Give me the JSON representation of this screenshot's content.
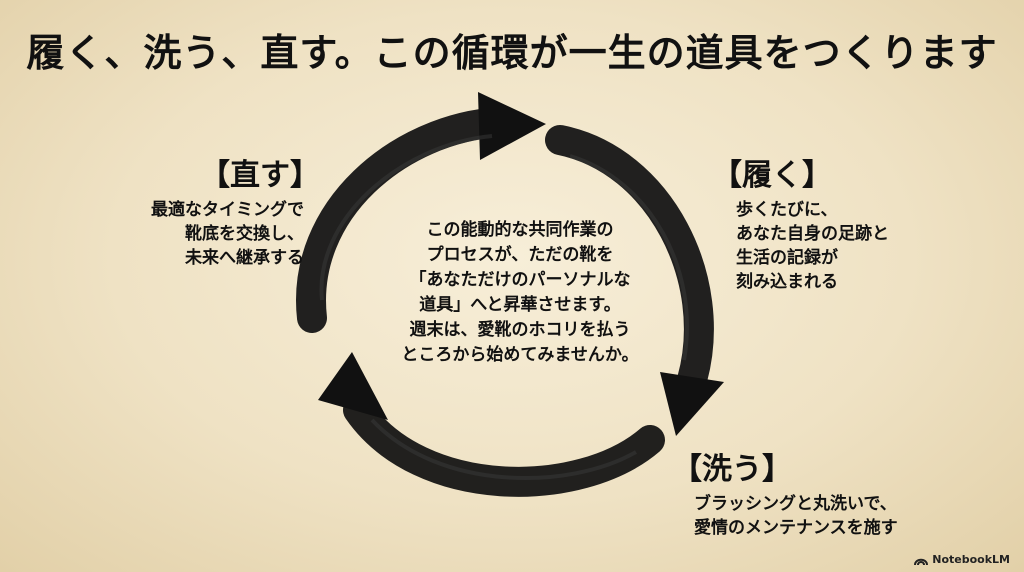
{
  "title": "履く、洗う、直す。この循環が一生の道具をつくります",
  "stages": {
    "fix": {
      "label": "【直す】",
      "lines": [
        "最適なタイミングで",
        "靴底を交換し、",
        "未来へ継承する"
      ]
    },
    "wear": {
      "label": "【履く】",
      "lines": [
        "歩くたびに、",
        "あなた自身の足跡と",
        "生活の記録が",
        "刻み込まれる"
      ]
    },
    "wash": {
      "label": "【洗う】",
      "lines": [
        "ブラッシングと丸洗いで、",
        "愛情のメンテナンスを施す"
      ]
    }
  },
  "center_text": [
    "この能動的な共同作業の",
    "プロセスが、ただの靴を",
    "「あなただけのパーソナルな",
    "道具」へと昇華させます。",
    "週末は、愛靴のホコリを払う",
    "ところから始めてみませんか。"
  ],
  "branding": {
    "text": "NotebookLM",
    "icon": "notebooklm-logo-icon"
  },
  "colors": {
    "ink": "#111111",
    "paper": "#efe2c4"
  }
}
